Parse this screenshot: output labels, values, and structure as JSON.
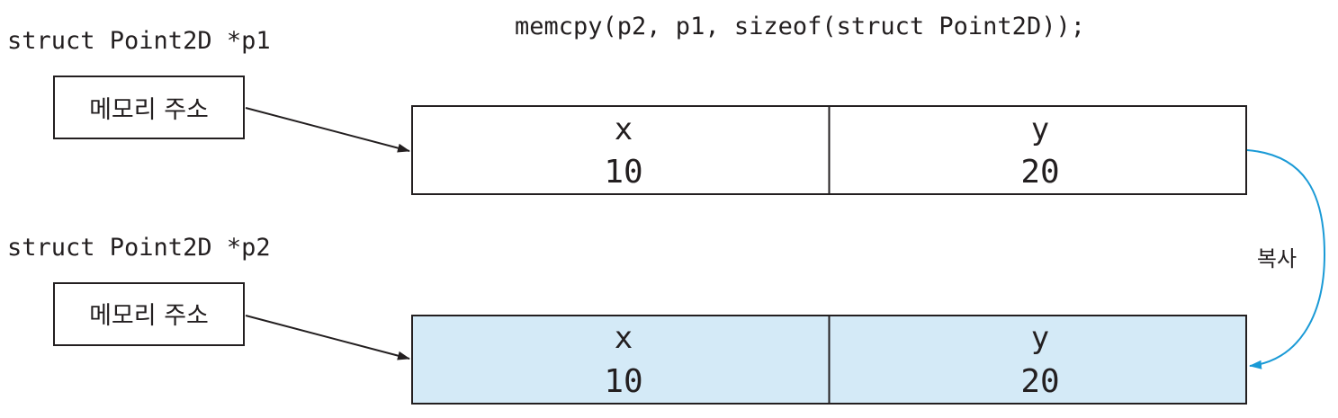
{
  "code_line": "memcpy(p2, p1, sizeof(struct Point2D));",
  "pointers": [
    {
      "declaration": "struct Point2D *p1",
      "address_label": "메모리 주소"
    },
    {
      "declaration": "struct Point2D *p2",
      "address_label": "메모리 주소"
    }
  ],
  "structs": [
    {
      "fill": "#ffffff",
      "fields": [
        {
          "name": "x",
          "value": "10"
        },
        {
          "name": "y",
          "value": "20"
        }
      ]
    },
    {
      "fill": "#d4eaf7",
      "fields": [
        {
          "name": "x",
          "value": "10"
        },
        {
          "name": "y",
          "value": "20"
        }
      ]
    }
  ],
  "copy_label": "복사",
  "colors": {
    "stroke": "#231f20",
    "copy_arrow": "#1a9ad6",
    "copied_fill": "#d4eaf7"
  }
}
